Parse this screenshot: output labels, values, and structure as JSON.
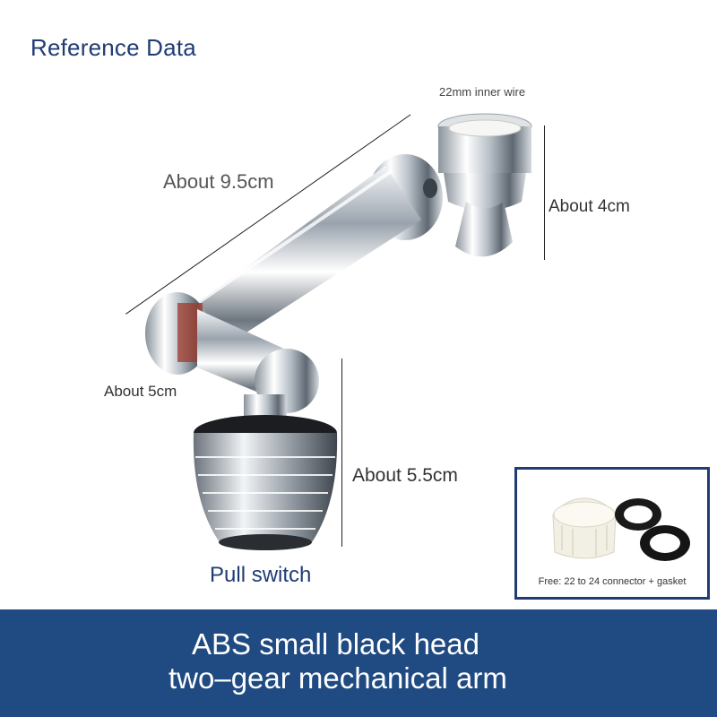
{
  "header": {
    "title": "Reference Data"
  },
  "dimensions": {
    "inner_wire": "22mm inner wire",
    "arm_length": "About 9.5cm",
    "connector_height": "About 4cm",
    "joint_width": "About 5cm",
    "head_height": "About 5.5cm"
  },
  "product": {
    "switch_label": "Pull switch"
  },
  "inset": {
    "caption": "Free: 22 to 24 connector + gasket"
  },
  "banner": {
    "line1": "ABS small black head",
    "line2": "two–gear mechanical arm",
    "background_color": "#1f4a82",
    "text_color": "#ffffff"
  },
  "colors": {
    "title": "#1f3c74",
    "inset_border": "#1f3c74"
  }
}
